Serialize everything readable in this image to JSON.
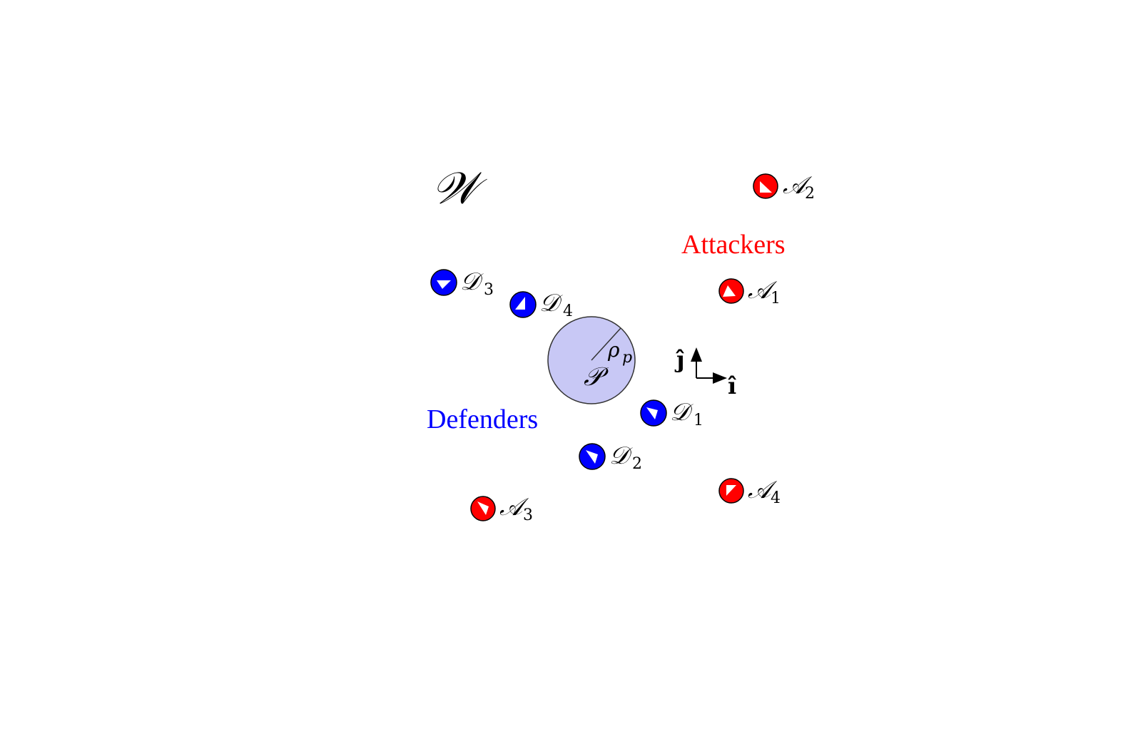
{
  "workspace_label": "𝒲",
  "protected_region": {
    "label": "𝒫",
    "radius_label": "ρ",
    "radius_subscript": "p",
    "fill": "#c8c8f5"
  },
  "groups": {
    "attackers": {
      "label": "Attackers",
      "color": "#ff0000"
    },
    "defenders": {
      "label": "Defenders",
      "color": "#0000ff"
    }
  },
  "agents": {
    "attackers": [
      {
        "symbol": "𝒜",
        "index": "1"
      },
      {
        "symbol": "𝒜",
        "index": "2"
      },
      {
        "symbol": "𝒜",
        "index": "3"
      },
      {
        "symbol": "𝒜",
        "index": "4"
      }
    ],
    "defenders": [
      {
        "symbol": "𝒟",
        "index": "1"
      },
      {
        "symbol": "𝒟",
        "index": "2"
      },
      {
        "symbol": "𝒟",
        "index": "3"
      },
      {
        "symbol": "𝒟",
        "index": "4"
      }
    ]
  },
  "frame": {
    "i_label": "î",
    "j_label": "ĵ"
  }
}
